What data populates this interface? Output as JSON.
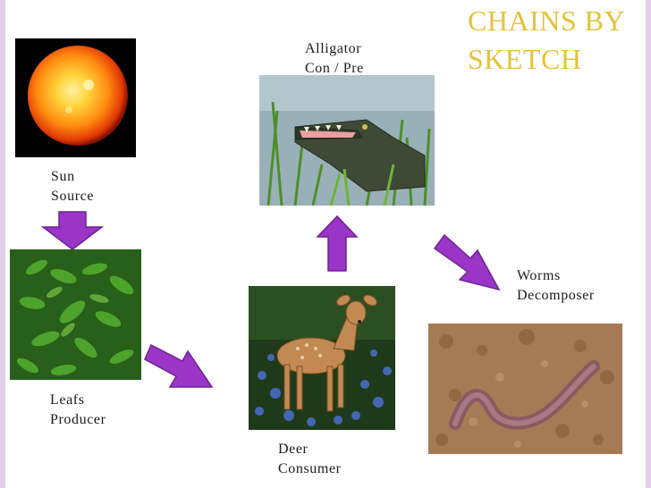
{
  "title": {
    "line1": "CHAINS BY",
    "line2": "SKETCH"
  },
  "nodes": {
    "sun": {
      "line1": "Sun",
      "line2": "Source"
    },
    "leafs": {
      "line1": "Leafs",
      "line2": "Producer"
    },
    "deer": {
      "line1": "Deer",
      "line2": "Consumer"
    },
    "alligator": {
      "line1": "Alligator",
      "line2": "Con / Pre"
    },
    "worms": {
      "line1": "Worms",
      "line2": "Decomposer"
    }
  },
  "colors": {
    "title": "#e6c23a",
    "arrow_fill": "#9b35c8",
    "arrow_stroke": "#6f2191",
    "accent_bars": "#e3d0ec"
  }
}
